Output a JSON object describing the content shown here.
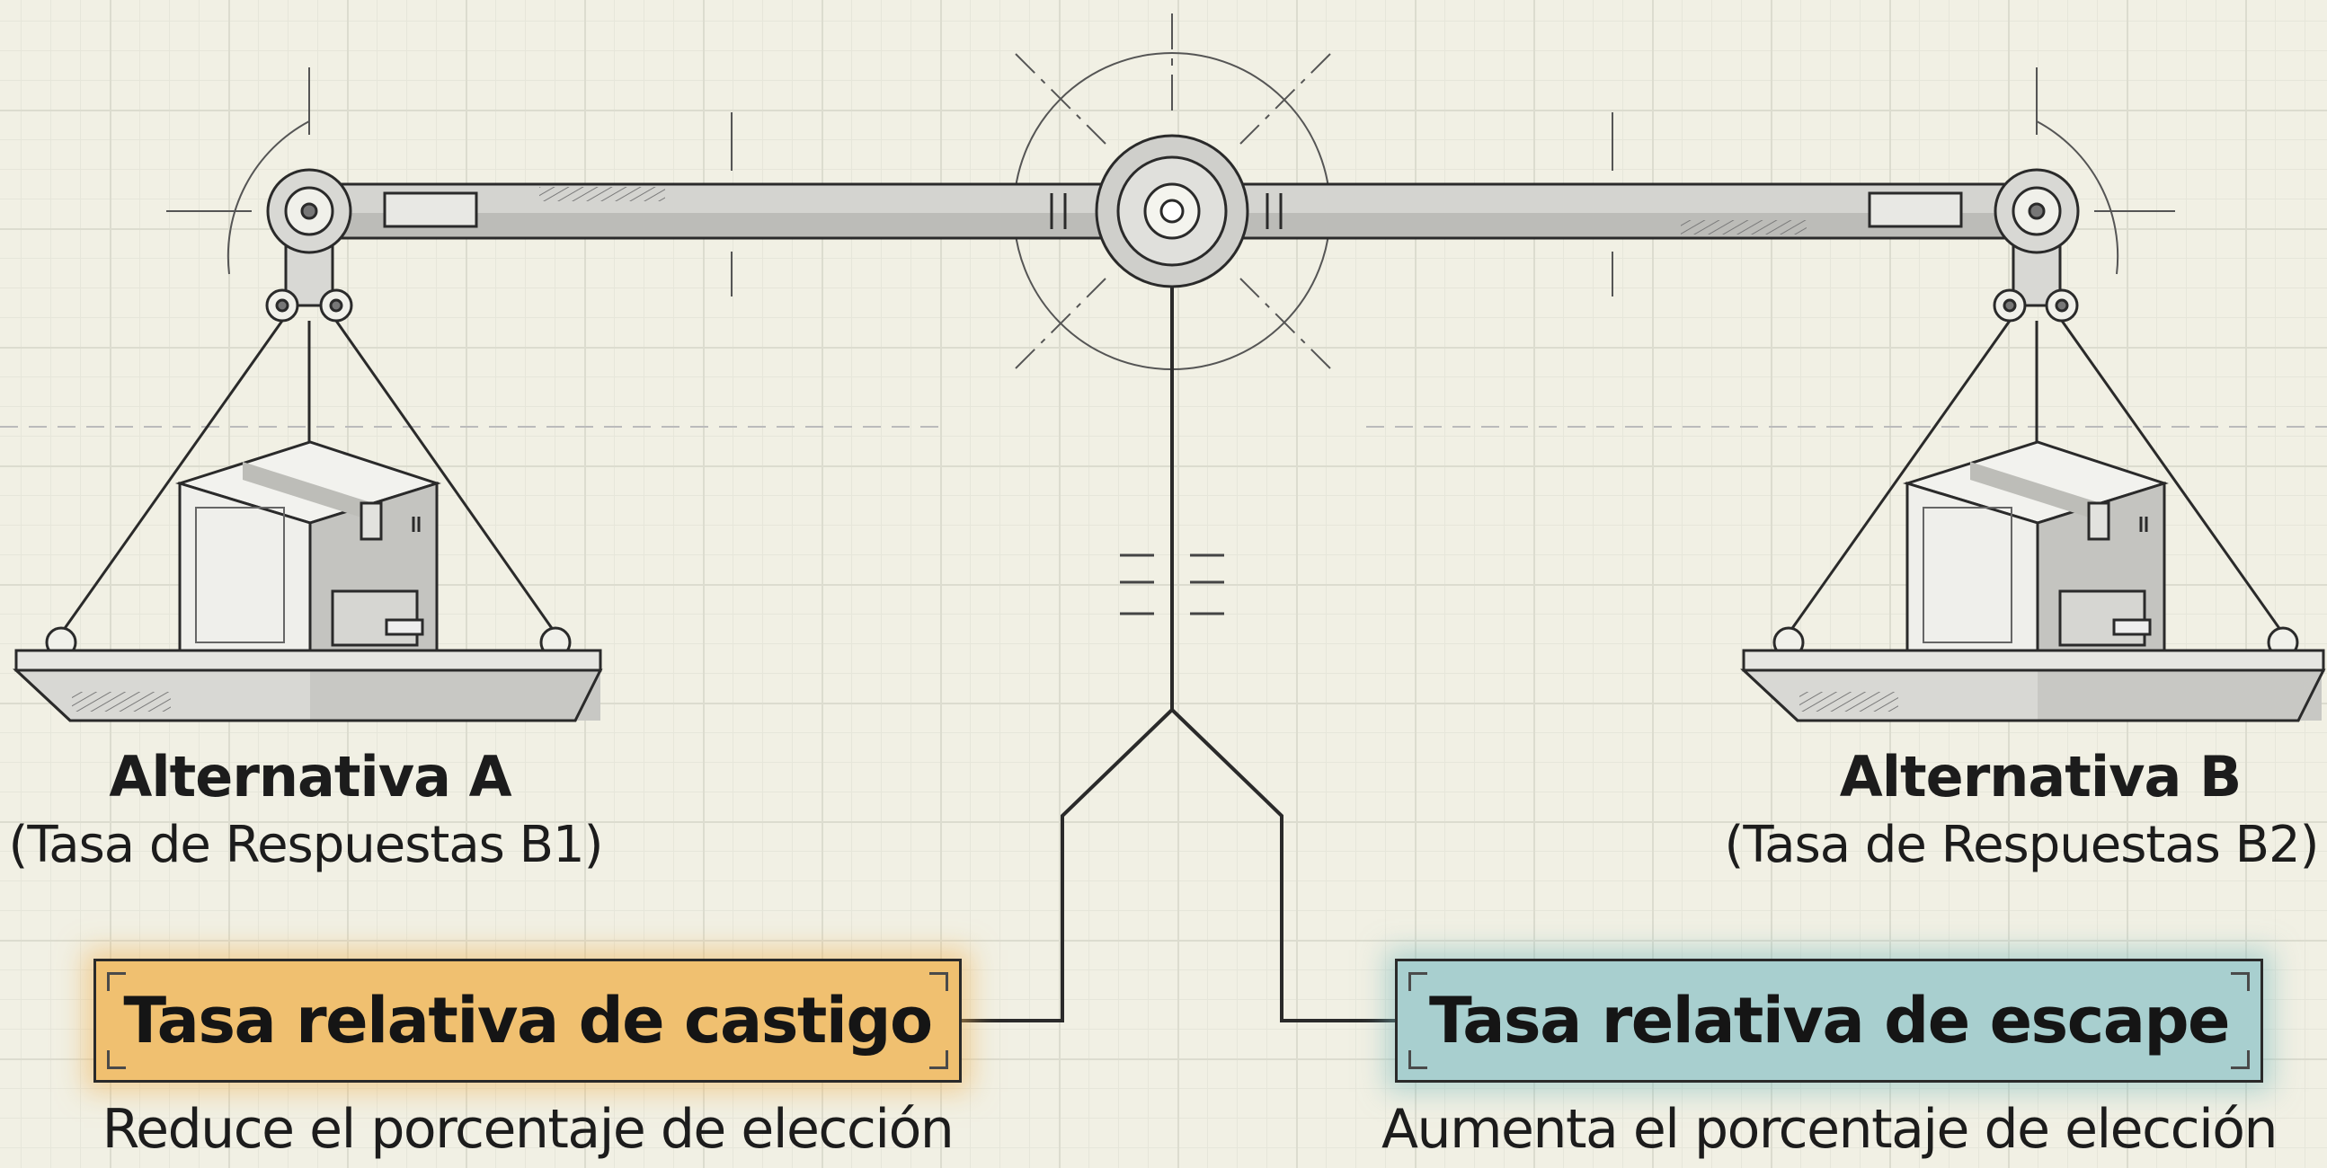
{
  "alternative_a": {
    "title": "Alternativa A",
    "subtitle": "(Tasa de Respuestas B1)"
  },
  "alternative_b": {
    "title": "Alternativa B",
    "subtitle": "(Tasa de Respuestas B2)"
  },
  "punishment": {
    "label": "Tasa relativa de castigo",
    "description": "Reduce el porcentaje de elección",
    "color": "#f0c070"
  },
  "escape": {
    "label": "Tasa relativa de escape",
    "description": "Aumenta el porcentaje de elección",
    "color": "#a8cfcf"
  }
}
